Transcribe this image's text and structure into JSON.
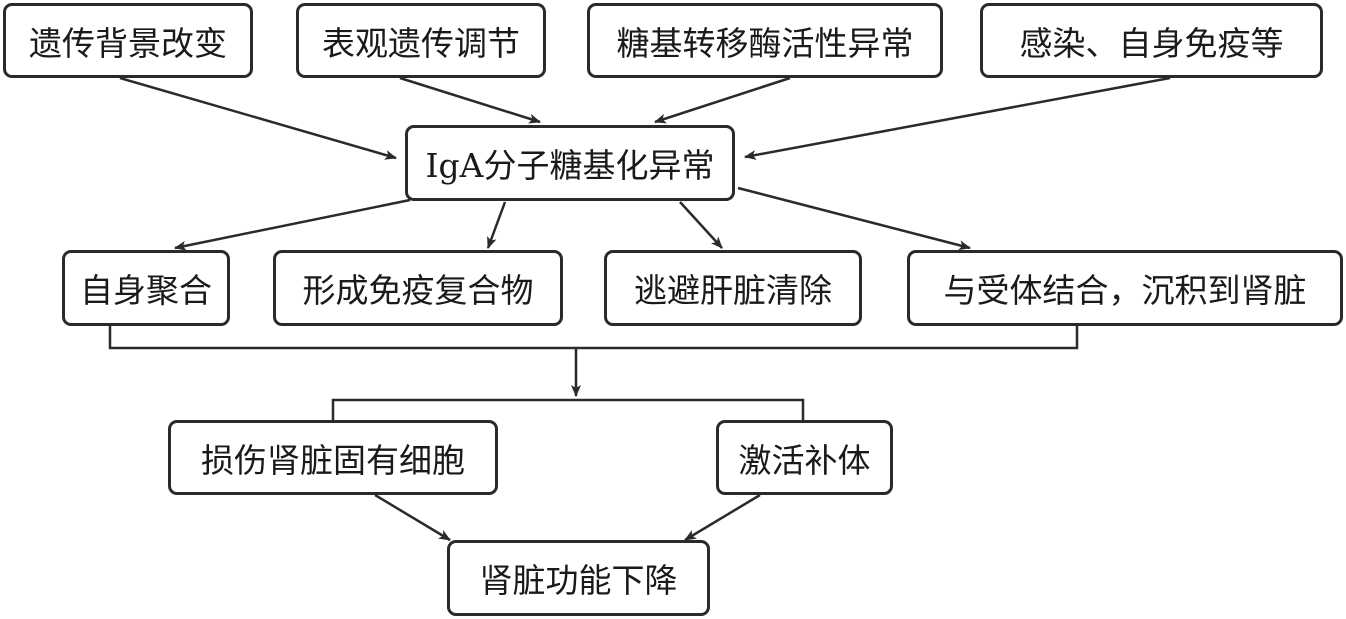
{
  "causes": [
    "遗传背景改变",
    "表观遗传调节",
    "糖基转移酶活性异常",
    "感染、自身免疫等"
  ],
  "center": "IgA分子糖基化异常",
  "effects": [
    "自身聚合",
    "形成免疫复合物",
    "逃避肝脏清除",
    "与受体结合，沉积到肾脏"
  ],
  "mechanisms": [
    "损伤肾脏固有细胞",
    "激活补体"
  ],
  "outcome": "肾脏功能下降",
  "colors": {
    "stroke": "#2a2a2a",
    "text": "#1a1a1a"
  }
}
